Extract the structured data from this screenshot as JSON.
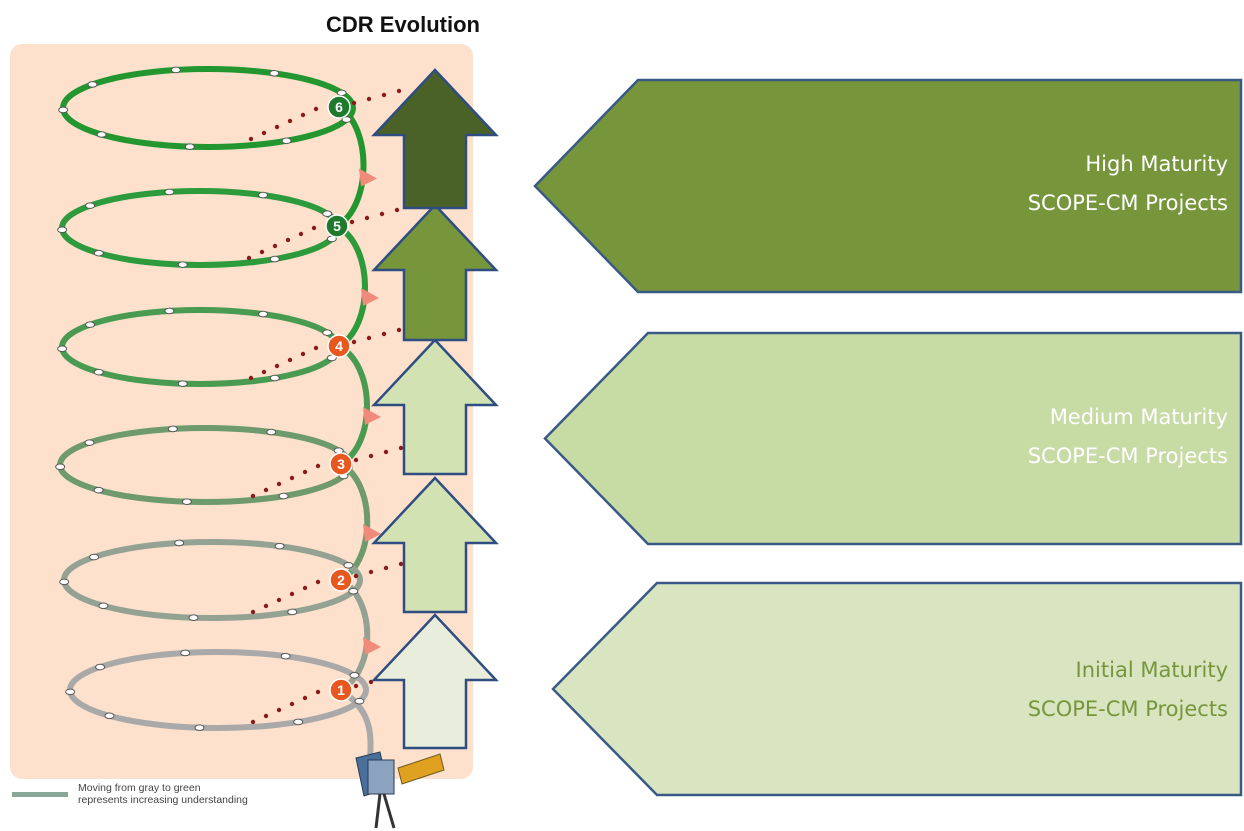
{
  "title": "CDR Evolution",
  "legend": {
    "line1": "Moving from gray to green",
    "line2": "represents increasing understanding",
    "swatch_color": "#8aa898"
  },
  "stages": [
    {
      "label": "1",
      "circle_color": "#e8581e",
      "ring_color": "#a9a9a9"
    },
    {
      "label": "2",
      "circle_color": "#e8581e",
      "ring_color": "#94a294"
    },
    {
      "label": "3",
      "circle_color": "#e8581e",
      "ring_color": "#6e9a6e"
    },
    {
      "label": "4",
      "circle_color": "#e8581e",
      "ring_color": "#4a9b52"
    },
    {
      "label": "5",
      "circle_color": "#1f7a2e",
      "ring_color": "#2d9a3c"
    },
    {
      "label": "6",
      "circle_color": "#1f7a2e",
      "ring_color": "#23962f"
    }
  ],
  "arrow_fills": [
    "#e8eedb",
    "#d2e2b3",
    "#d2e2b3",
    "#d2e2b3",
    "#77963c",
    "#4a6127"
  ],
  "maturity_levels": [
    {
      "line1": "High Maturity",
      "line2": "SCOPE-CM Projects",
      "fill": "#77963c",
      "text_color": "#ffffff"
    },
    {
      "line1": "Medium Maturity",
      "line2": "SCOPE-CM Projects",
      "fill": "#c7dba4",
      "text_color": "#ffffff"
    },
    {
      "line1": "Initial Maturity",
      "line2": "SCOPE-CM Projects",
      "fill": "#d8e5c0",
      "text_color": "#77963c"
    }
  ],
  "colors": {
    "panel_bg": "#fde1cc",
    "arrow_stroke": "#2f4d80",
    "chevron_stroke": "#3a5a86",
    "dot_color": "#8b1a1a",
    "pointer_color": "#f08a7a"
  }
}
